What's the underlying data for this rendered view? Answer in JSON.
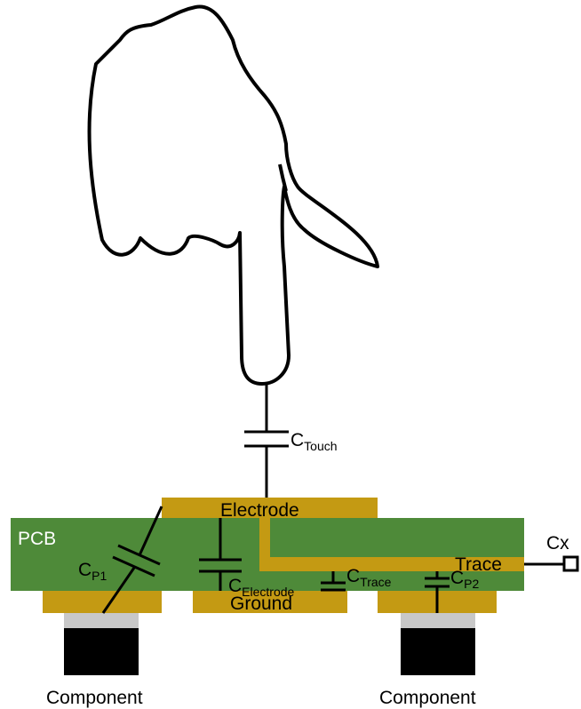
{
  "colors": {
    "pcb": "#4e8a39",
    "copper": "#c49a13",
    "component_body": "#000000",
    "component_lead": "#c8c8c8",
    "line": "#000000"
  },
  "labels": {
    "pcb": "PCB",
    "electrode": "Electrode",
    "trace": "Trace",
    "ground": "Ground",
    "cx": "Cx",
    "component_left": "Component",
    "component_right": "Component"
  },
  "capacitors": {
    "touch": {
      "main": "C",
      "sub": "Touch"
    },
    "p1": {
      "main": "C",
      "sub": "P1"
    },
    "electrode": {
      "main": "C",
      "sub": "Electrode"
    },
    "trace": {
      "main": "C",
      "sub": "Trace"
    },
    "p2": {
      "main": "C",
      "sub": "P2"
    }
  },
  "icons": {
    "finger": "pointing-hand-icon",
    "terminal": "square-terminal-icon"
  }
}
